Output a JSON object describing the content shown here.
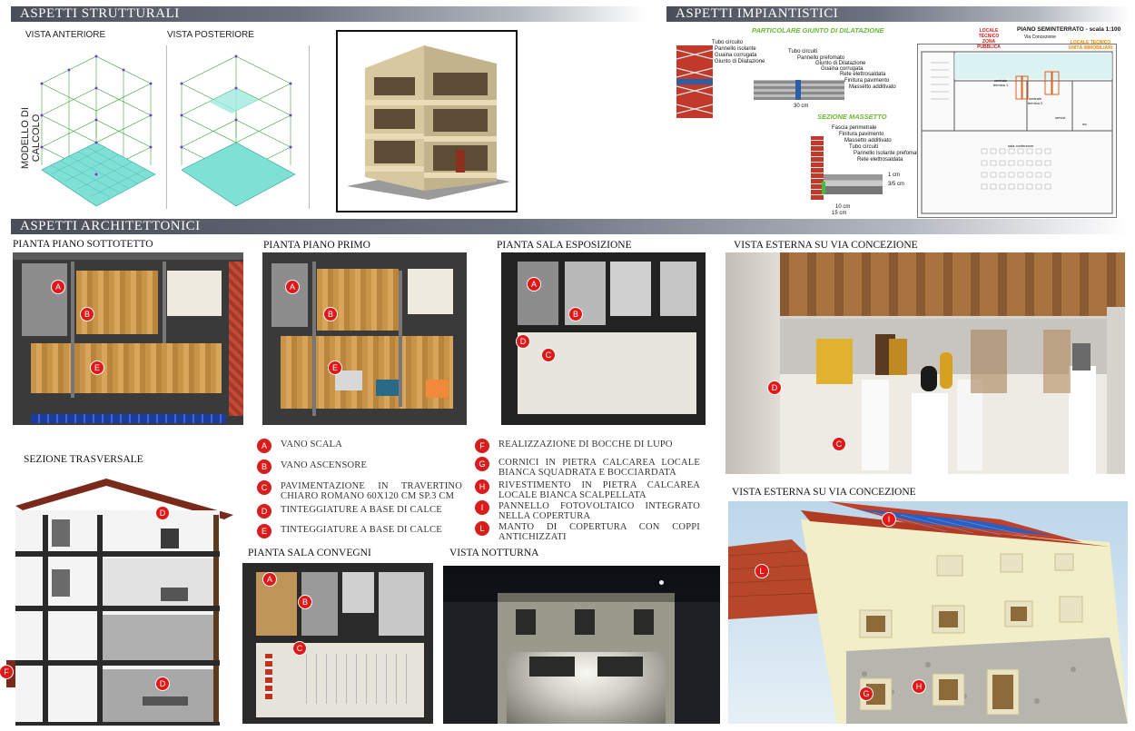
{
  "headers": {
    "strutturali": "ASPETTI STRUTTURALI",
    "impiantistici": "ASPETTI IMPIANTISTICI",
    "architettonici": "ASPETTI ARCHITETTONICI"
  },
  "strutturali": {
    "vista_anteriore": "VISTA ANTERIORE",
    "vista_posteriore": "VISTA POSTERIORE",
    "modello": "MODELLO DI CALCOLO"
  },
  "impianti": {
    "giunto_title": "PARTICOLARE GIUNTO DI DILATAZIONE",
    "giunto_labels": [
      "Tubo circuito",
      "Pannello isolante",
      "Guaina corrugata",
      "Giunto di Dilatazione"
    ],
    "giunto_labels2": [
      "Tubo circuiti",
      "Pannello prefomato",
      "Giunto di Dilatazione",
      "Guaina corrugata",
      "Rete elettrosaldata",
      "Finitura pavimento",
      "Massetto additivato"
    ],
    "giunto_dim": "30 cm",
    "massetto_title": "SEZIONE MASSETTO",
    "massetto_labels": [
      "Fascia perimetrale",
      "Finitura pavimento",
      "Massetto additivato",
      "Tubo circuiti",
      "Pannello isolante prefomato",
      "Rete elettrosaldata"
    ],
    "massetto_dims": [
      "1 cm",
      "3/5 cm",
      "10 cm",
      "15 cm"
    ],
    "piano_title": "PIANO SEMINTERRATO - scala 1:100",
    "via": "Via Concezione",
    "locale_pubblico": "LOCALE TECNICO ZONA PUBBLICA",
    "locale_immobiliare": "LOCALE TECNICO UNITÀ IMMOBILIARI",
    "centrale1": "centrale termica 1",
    "centrale2": "centrale termica 2",
    "servizi": "servizi",
    "wc": "wc",
    "sala": "sala conferenze"
  },
  "captions": {
    "sottotetto": "PIANTA PIANO SOTTOTETTO",
    "primo": "PIANTA PIANO PRIMO",
    "esposizione": "PIANTA SALA ESPOSIZIONE",
    "esterna1": "VISTA ESTERNA SU VIA CONCEZIONE",
    "sezione": "SEZIONE TRASVERSALE",
    "convegni": "PIANTA SALA CONVEGNI",
    "notturna": "VISTA NOTTURNA",
    "esterna2": "VISTA ESTERNA SU VIA CONCEZIONE"
  },
  "legend_left": [
    {
      "letter": "A",
      "text": "VANO SCALA"
    },
    {
      "letter": "B",
      "text": "VANO ASCENSORE"
    },
    {
      "letter": "C",
      "text": "PAVIMENTAZIONE IN TRAVERTINO CHIARO ROMANO 60X120 CM SP.3 CM"
    },
    {
      "letter": "D",
      "text": "TINTEGGIATURE A BASE DI CALCE"
    },
    {
      "letter": "E",
      "text": "TINTEGGIATURE A BASE DI CALCE"
    }
  ],
  "legend_right": [
    {
      "letter": "F",
      "text": "REALIZZAZIONE DI BOCCHE DI LUPO"
    },
    {
      "letter": "G",
      "text": "CORNICI IN PIETRA CALCAREA LOCALE BIANCA SQUADRATA E BOCCIARDATA"
    },
    {
      "letter": "H",
      "text": "RIVESTIMENTO IN PIETRA CALCAREA LOCALE BIANCA SCALPELLATA"
    },
    {
      "letter": "I",
      "text": "PANNELLO FOTOVOLTAICO INTEGRATO NELLA COPERTURA"
    },
    {
      "letter": "L",
      "text": "MANTO DI COPERTURA CON COPPI ANTICHIZZATI"
    }
  ],
  "badges": {
    "A": "A",
    "B": "B",
    "C": "C",
    "D": "D",
    "E": "E",
    "F": "F",
    "G": "G",
    "H": "H",
    "I": "I",
    "L": "L"
  },
  "colors": {
    "badge": "#e01818",
    "header_dark": "#4a4e58",
    "green_title": "#6ab832"
  }
}
